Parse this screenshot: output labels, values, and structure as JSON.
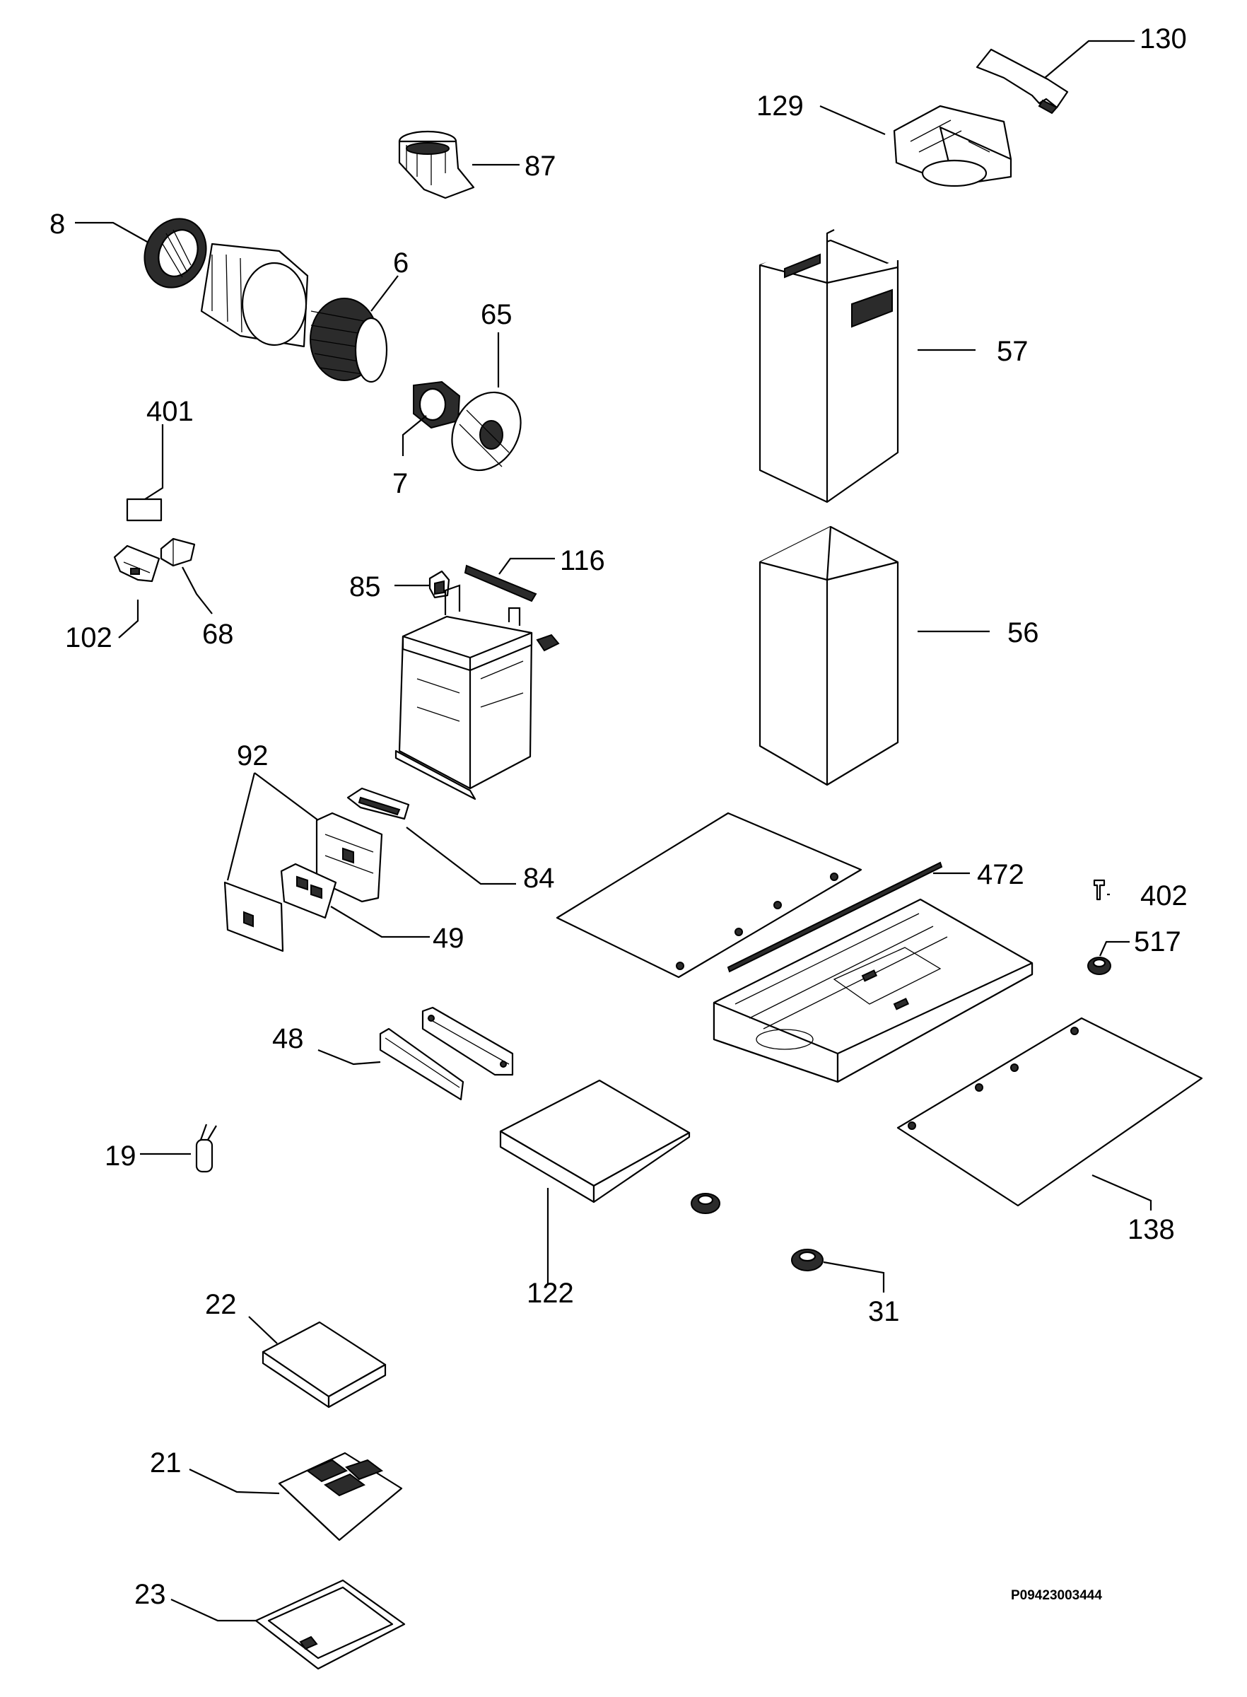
{
  "diagram": {
    "drawing_code": "P09423003444",
    "callouts": {
      "c130": "130",
      "c129": "129",
      "c87": "87",
      "c8": "8",
      "c6": "6",
      "c65": "65",
      "c7": "7",
      "c57": "57",
      "c401": "401",
      "c102": "102",
      "c68": "68",
      "c85": "85",
      "c116": "116",
      "c56": "56",
      "c92": "92",
      "c84": "84",
      "c49": "49",
      "c472": "472",
      "c402": "402",
      "c517": "517",
      "c48": "48",
      "c19": "19",
      "c122": "122",
      "c138": "138",
      "c31": "31",
      "c22": "22",
      "c21": "21",
      "c23": "23"
    }
  }
}
